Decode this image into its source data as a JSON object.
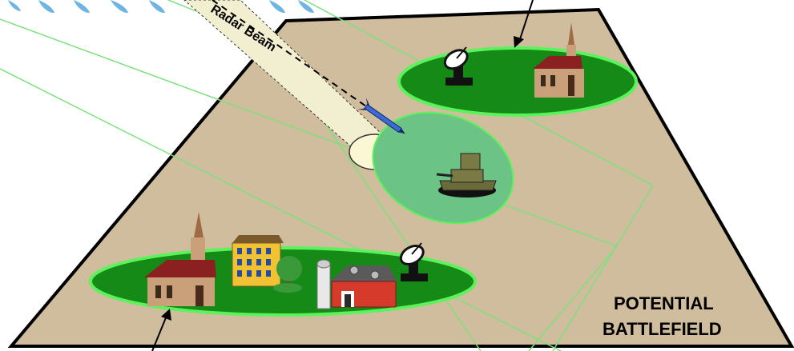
{
  "labels": {
    "beam": "Radar Beam",
    "field_line1": "POTENTIAL",
    "field_line2": "BATTLEFIELD"
  },
  "icons": [
    "rain-cloud-icon",
    "radar-dish-icon",
    "church-icon",
    "missile-icon",
    "tank-icon",
    "building-icon",
    "tree-icon",
    "barn-icon",
    "silo-icon"
  ],
  "colors": {
    "battlefield": "#cfbd9d",
    "zone": "#168a16",
    "zone_outline": "#5cf25c",
    "target_zone": "#6cc386",
    "beam": "#f2eed0",
    "missile": "#3a6bd6",
    "tank": "#6b6b3a",
    "frame_lines": "#7ee07e"
  }
}
